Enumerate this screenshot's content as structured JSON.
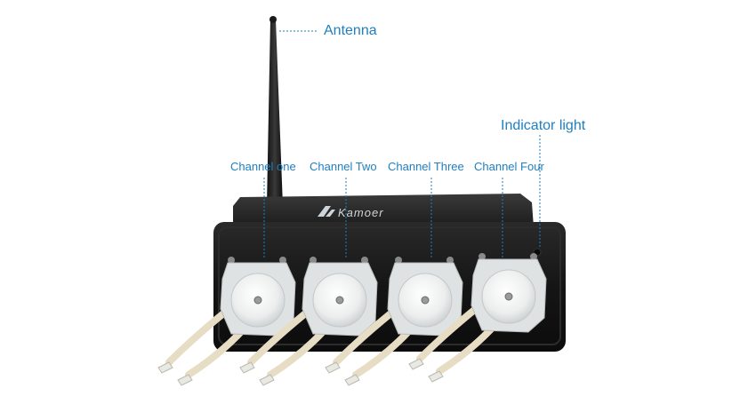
{
  "labels": {
    "antenna": "Antenna",
    "indicator_light": "Indicator light",
    "channel_one": "Channel one",
    "channel_two": "Channel Two",
    "channel_three": "Channel Three",
    "channel_four": "Channel Four"
  },
  "brand": "Kamoer",
  "colors": {
    "accent": "#1f7fc0",
    "housing": "#151515",
    "pump_head": "#eef0f0",
    "tubing": "#e7dcc4",
    "background": "#ffffff"
  }
}
